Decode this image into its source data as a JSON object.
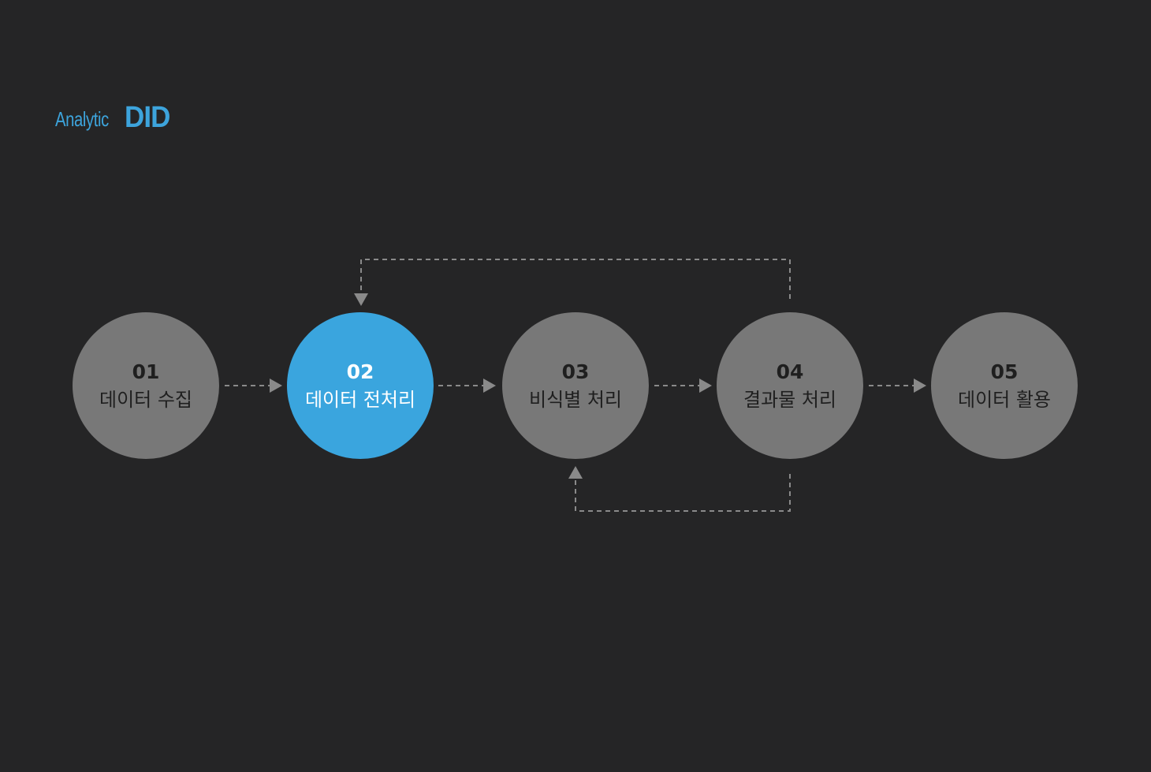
{
  "logo": {
    "light": "Analytic",
    "bold": "DID"
  },
  "steps": [
    {
      "num": "01",
      "label": "데이터 수집",
      "active": false
    },
    {
      "num": "02",
      "label": "데이터 전처리",
      "active": true
    },
    {
      "num": "03",
      "label": "비식별 처리",
      "active": false
    },
    {
      "num": "04",
      "label": "결과물 처리",
      "active": false
    },
    {
      "num": "05",
      "label": "데이터 활용",
      "active": false
    }
  ],
  "colors": {
    "background": "#252526",
    "active": "#3aa5de",
    "inactive": "#787878",
    "connector": "#8a8a8a"
  }
}
